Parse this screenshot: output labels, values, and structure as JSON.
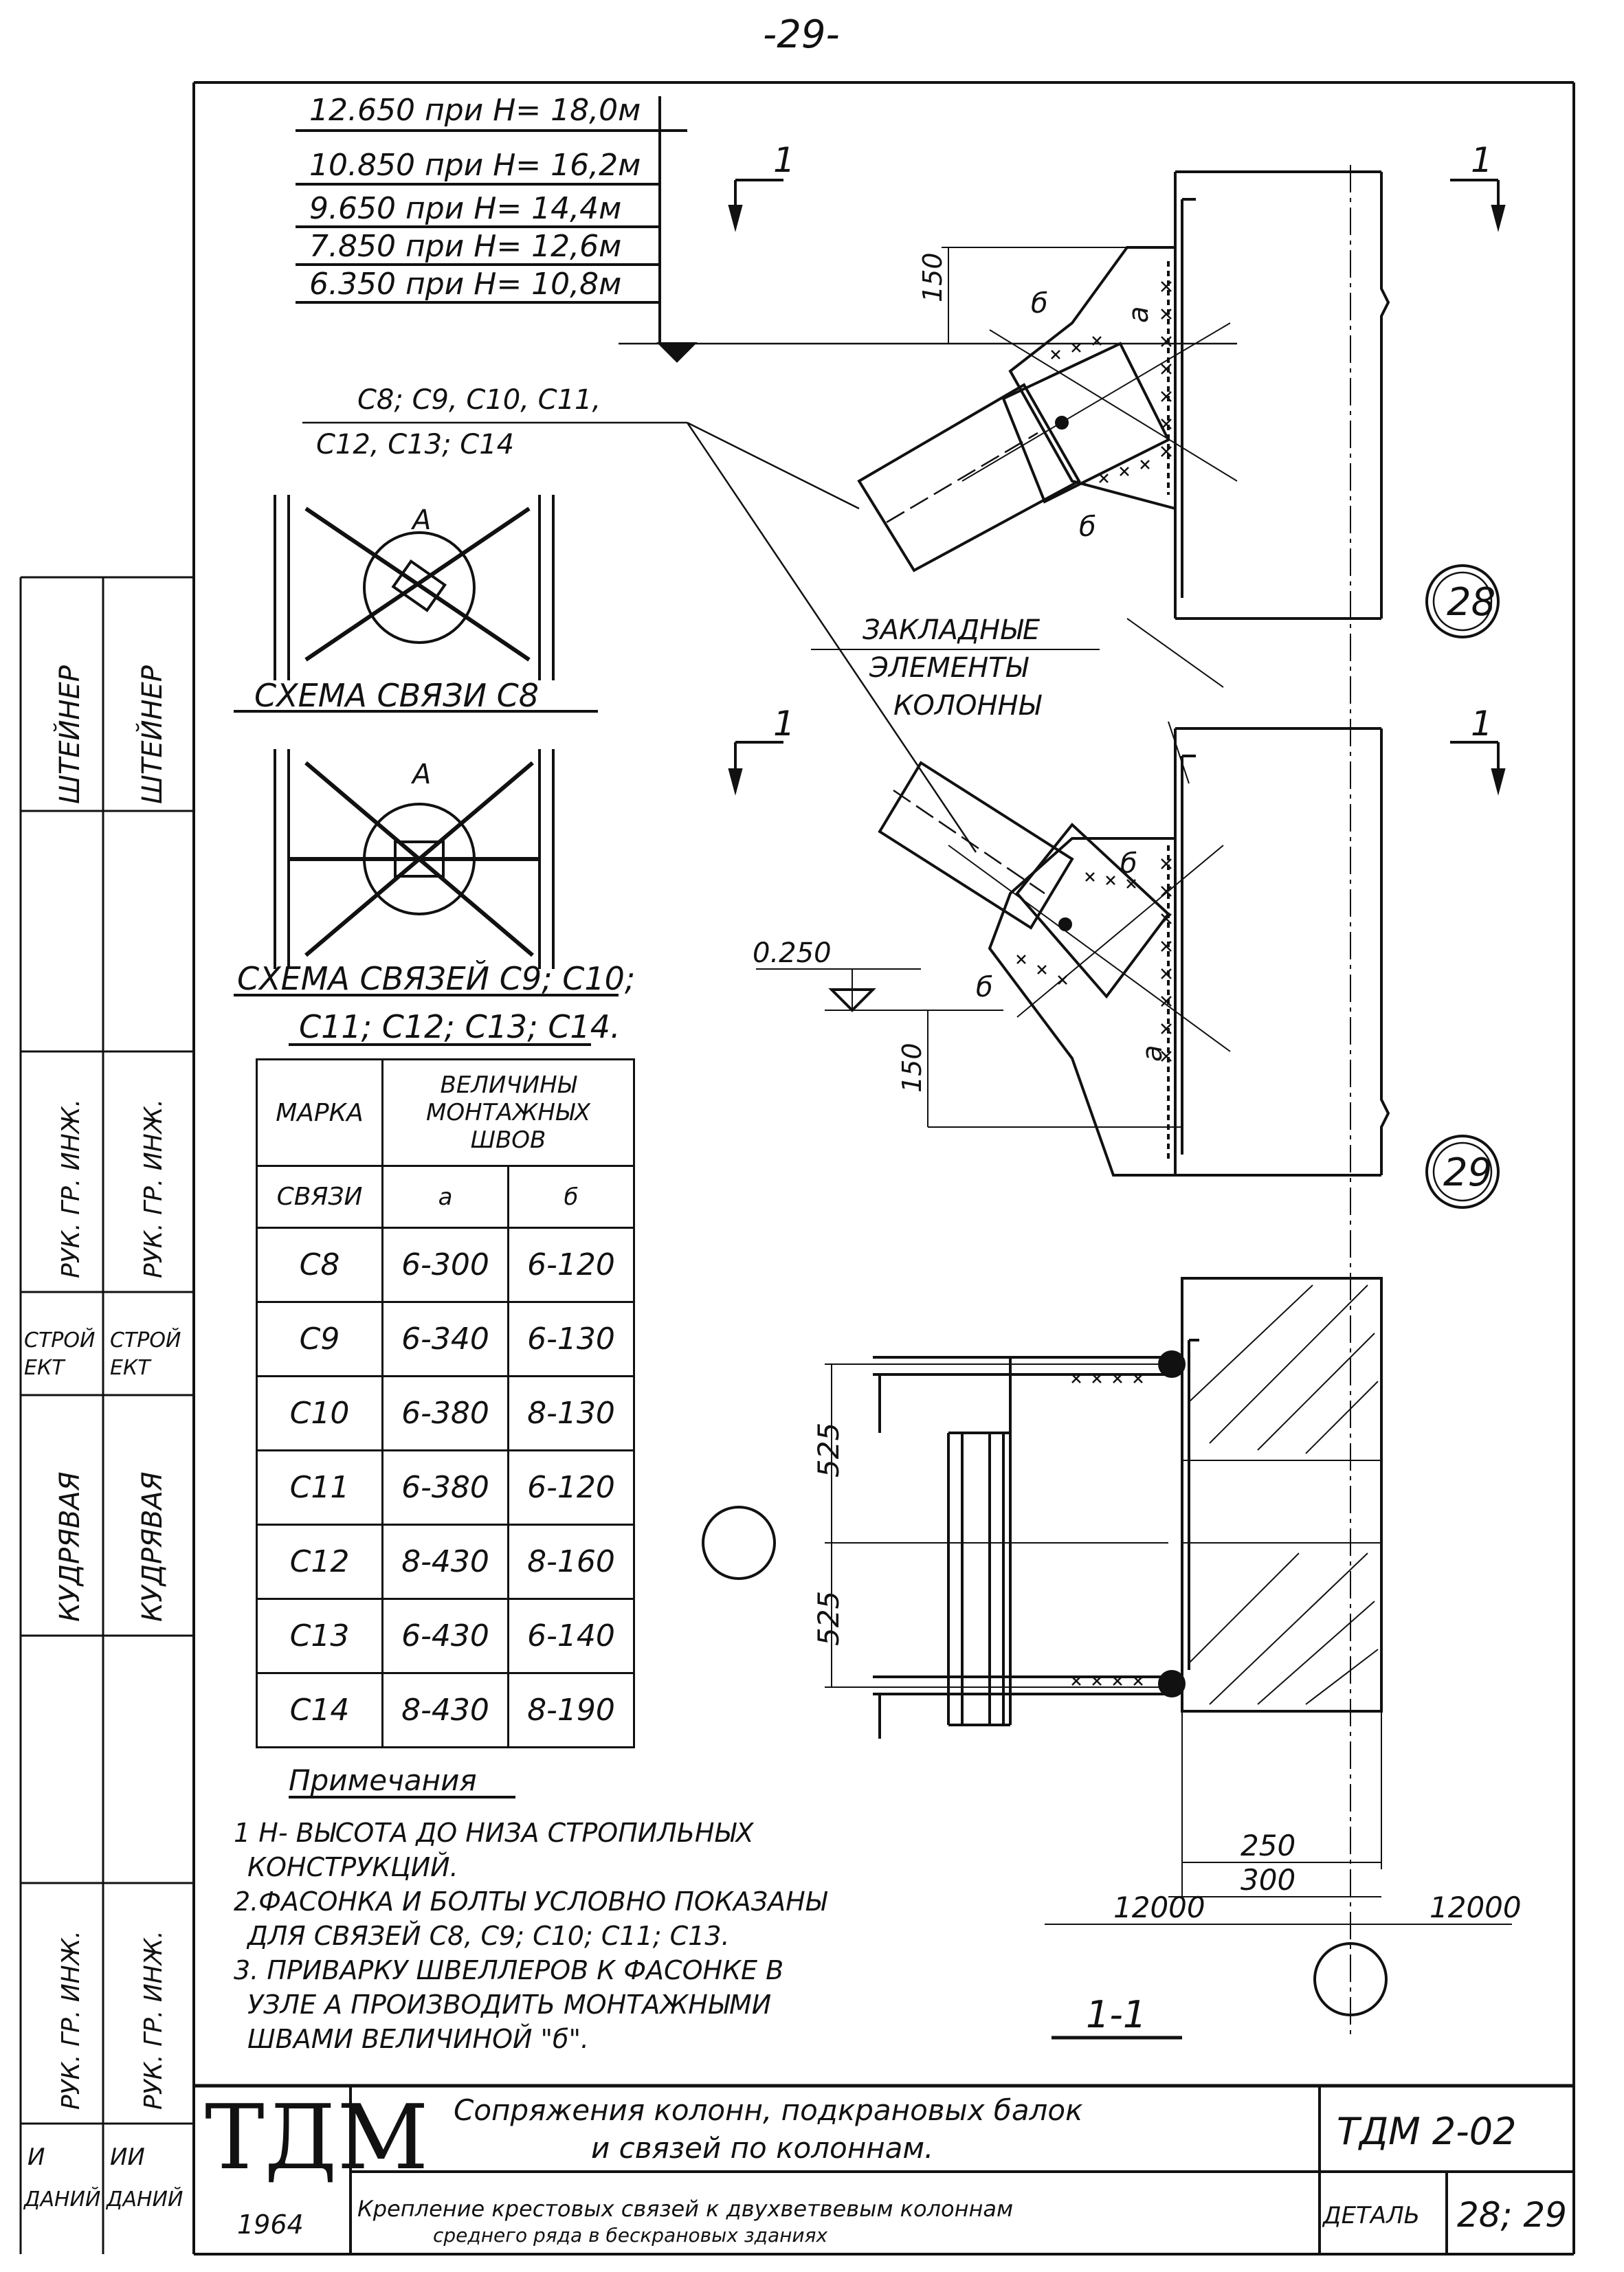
{
  "page_number": "-29-",
  "levels": [
    "12.650 при H= 18,0м",
    "10.850 при H= 16,2м",
    "9.650 при H= 14,4м",
    "7.850 при H= 12,6м",
    "6.350 при H= 10,8м"
  ],
  "brace_marks": [
    "С8; С9, С10, С11,",
    "С12, С13; С14"
  ],
  "section_mark": "1",
  "node_label": "А",
  "weld_a": "а",
  "weld_b": "б",
  "dim_150": "150",
  "level_025": "0.250",
  "embedded_parts_label": [
    "ЗАКЛАДНЫЕ",
    "ЭЛЕМЕНТЫ",
    "КОЛОННЫ"
  ],
  "detail_28": "28",
  "detail_29": "29",
  "scheme_c8": "СХЕМА СВЯЗИ С8",
  "scheme_c9": [
    "СХЕМА СВЯЗЕЙ С9; С10;",
    "С11; С12; С13; С14."
  ],
  "table": {
    "col_mark": [
      "МАРКА",
      "СВЯЗИ"
    ],
    "col_welds": [
      "ВЕЛИЧИНЫ",
      "МОНТАЖНЫХ",
      "ШВОВ"
    ],
    "col_a": "а",
    "col_b": "б",
    "rows": [
      [
        "С8",
        "6-300",
        "6-120"
      ],
      [
        "С9",
        "6-340",
        "6-130"
      ],
      [
        "С10",
        "6-380",
        "8-130"
      ],
      [
        "С11",
        "6-380",
        "6-120"
      ],
      [
        "С12",
        "8-430",
        "8-160"
      ],
      [
        "С13",
        "6-430",
        "6-140"
      ],
      [
        "С14",
        "8-430",
        "8-190"
      ]
    ]
  },
  "notes": {
    "title": "Примечания",
    "lines": [
      "1 H- ВЫСОТА ДО НИЗА СТРОПИЛЬНЫХ",
      "КОНСТРУКЦИЙ.",
      "2.ФАСОНКА И БОЛТЫ УСЛОВНО ПОКАЗАНЫ",
      "ДЛЯ СВЯЗЕЙ С8, С9; С10; С11; С13.",
      "3. ПРИВАРКУ ШВЕЛЛЕРОВ К ФАСОНКЕ В",
      "УЗЛЕ А ПРОИЗВОДИТЬ МОНТАЖНЫМИ",
      "ШВАМИ ВЕЛИЧИНОЙ \"б\"."
    ]
  },
  "section_dims": {
    "d525a": "525",
    "d525b": "525",
    "d250": "250",
    "d300": "300",
    "span_left": "12000",
    "span_right": "12000",
    "section_label": "1-1"
  },
  "side_stamp": {
    "col1": [
      "ШТЕЙНЕР",
      "РУК. ГР. ИНЖ.",
      "СТРОЙ",
      "ЕКТ",
      "КУДРЯВАЯ",
      "РУК. ГР. ИНЖ.",
      "И",
      "ДАНИЙ"
    ],
    "col2": [
      "ШТЕЙНЕР",
      "РУК. ГР. ИНЖ.",
      "СТРОЙ",
      "ЕКТ",
      "КУДРЯВАЯ",
      "РУК. ГР. ИНЖ.",
      "ИИ",
      "ДАНИЙ"
    ]
  },
  "title_block": {
    "logo": "ТДМ",
    "year": "1964",
    "title_line1": "Сопряжения колонн, подкрановых балок",
    "title_line2": "и связей по колоннам.",
    "subtitle_line1": "Крепление крестовых связей к двухветвевым колоннам",
    "subtitle_line2": "среднего ряда в бескрановых зданиях",
    "code": "ТДМ 2-02",
    "detail_label": "ДЕТАЛЬ",
    "detail_numbers": "28; 29"
  }
}
